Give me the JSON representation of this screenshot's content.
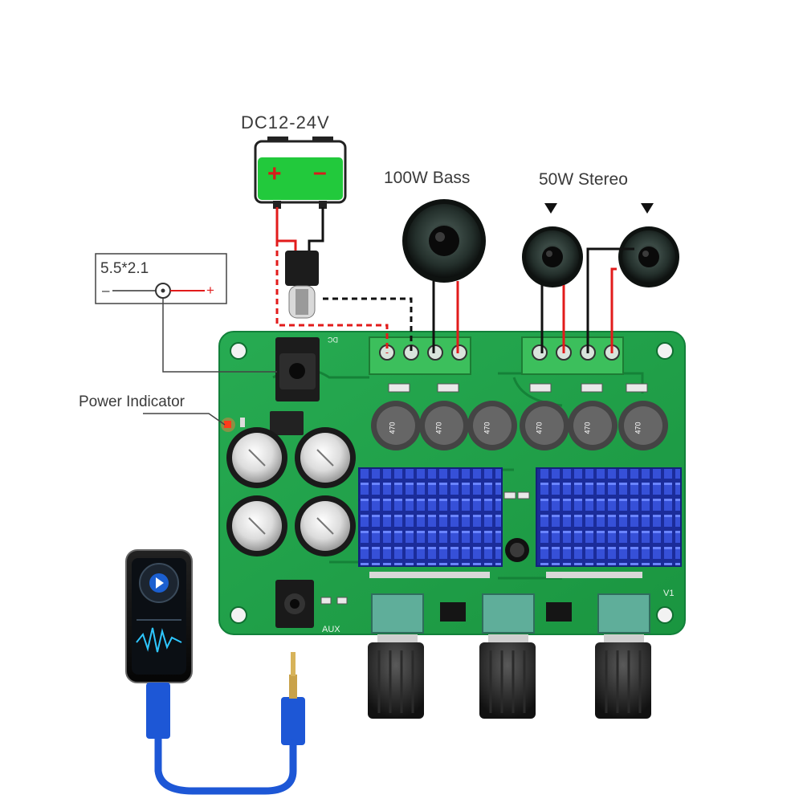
{
  "labels": {
    "power_supply": "DC12-24V",
    "bass_output": "100W Bass",
    "stereo_output": "50W Stereo",
    "power_indicator": "Power Indicator",
    "dc_jack_size": "5.5*2.1",
    "jack_plus": "+",
    "jack_minus": "–",
    "battery_plus": "+",
    "battery_minus": "–",
    "aux": "AUX",
    "dc_silk": "DC",
    "board_version": "V1"
  },
  "inductors": [
    "470",
    "470",
    "470",
    "470",
    "470",
    "470"
  ],
  "colors": {
    "pcb": "#21a04a",
    "pcb_dark": "#158238",
    "battery": "#22c93c",
    "heatsink": "#2437b5",
    "positive_wire": "#e21b1b",
    "negative_wire": "#111111",
    "cable": "#1d57d6"
  },
  "icons": [
    "speaker-icon",
    "battery-icon",
    "phone-icon",
    "play-icon",
    "jack-icon"
  ]
}
